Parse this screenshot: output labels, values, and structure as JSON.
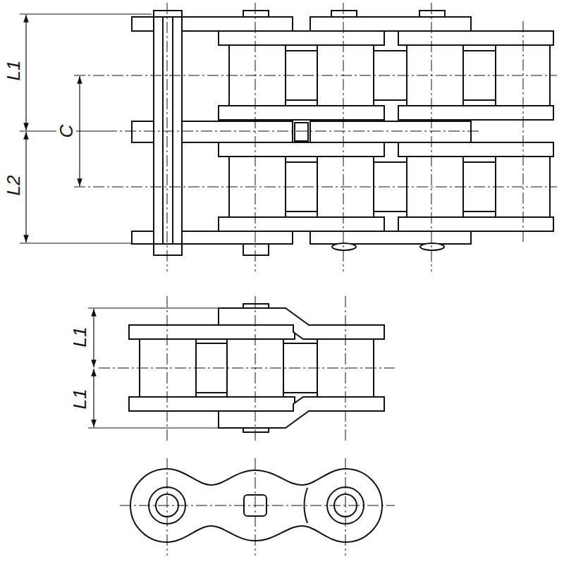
{
  "diagram": {
    "labels": [
      "L1",
      "C",
      "L2",
      "L1",
      "L1"
    ]
  }
}
